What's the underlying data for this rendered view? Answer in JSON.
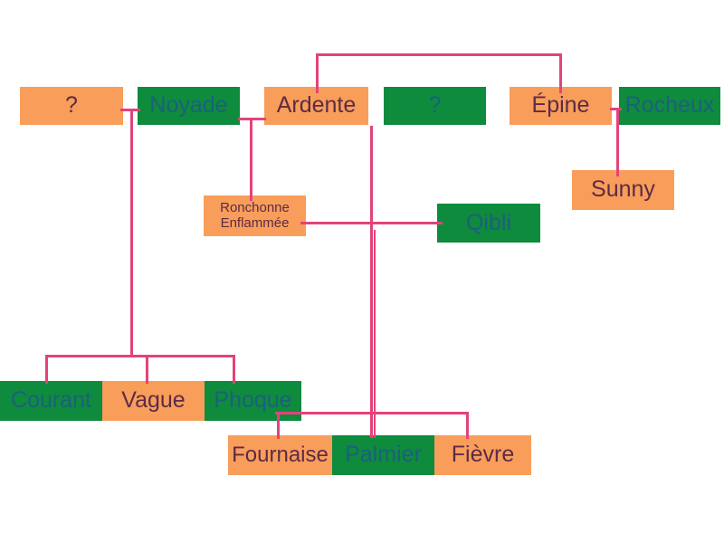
{
  "diagram": {
    "type": "family-tree",
    "background": "#ffffff",
    "colors": {
      "box_orange": "#F99D5B",
      "box_green": "#0E8B3D",
      "connector_pink": "#E2437B",
      "text_on_orange": "#5C2B45",
      "text_on_green": "#1C607E"
    },
    "nodes": [
      {
        "label": "?",
        "variant": "orange"
      },
      {
        "label": "Noyade",
        "variant": "green"
      },
      {
        "label": "Ardente",
        "variant": "orange"
      },
      {
        "label": "?",
        "variant": "green"
      },
      {
        "label": "Épine",
        "variant": "orange"
      },
      {
        "label": "Rocheux",
        "variant": "green"
      },
      {
        "label": "Sunny",
        "variant": "orange"
      },
      {
        "label_line1": "Ronchonne",
        "label_line2": "Enflammée",
        "variant": "orange"
      },
      {
        "label": "Qibli",
        "variant": "green"
      },
      {
        "label": "Courant",
        "variant": "green"
      },
      {
        "label": "Vague",
        "variant": "orange"
      },
      {
        "label": "Phoque",
        "variant": "green"
      },
      {
        "label": "Fournaise",
        "variant": "orange"
      },
      {
        "label": "Palmier",
        "variant": "green"
      },
      {
        "label": "Fièvre",
        "variant": "orange"
      }
    ],
    "connectors": [
      {
        "kind": "sibling-bracket",
        "between": [
          "Ardente",
          "Épine"
        ]
      },
      {
        "kind": "couple",
        "between": [
          "?",
          "Noyade"
        ]
      },
      {
        "kind": "couple",
        "between": [
          "Noyade",
          "Ardente"
        ],
        "child": "Ronchonne Enflammée"
      },
      {
        "kind": "couple",
        "between": [
          "Épine",
          "Rocheux"
        ],
        "child": "Sunny"
      },
      {
        "kind": "couple",
        "between": [
          "Ronchonne Enflammée",
          "Qibli"
        ]
      },
      {
        "kind": "children-bracket",
        "parents": [
          "?",
          "Noyade"
        ],
        "children": [
          "Courant",
          "Vague",
          "Phoque"
        ]
      },
      {
        "kind": "children-bracket",
        "parents": [
          "Ardente",
          "?",
          "Ronchonne Enflammée",
          "Qibli"
        ],
        "children": [
          "Fournaise",
          "Palmier",
          "Fièvre"
        ]
      }
    ]
  }
}
